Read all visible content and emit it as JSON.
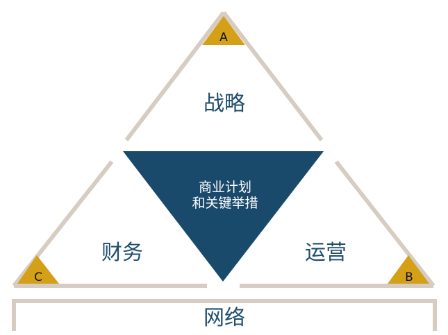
{
  "diagram": {
    "sections": {
      "top": "战略",
      "left": "财务",
      "right": "运营",
      "bottom": "网络"
    },
    "center": {
      "line1": "商业计划",
      "line2": "和关键举措"
    },
    "corners": {
      "top": "A",
      "right": "B",
      "left": "C"
    },
    "colors": {
      "frame": "#d6ccc2",
      "center_fill": "#1a4a6b",
      "corner_fill": "#d4a017",
      "text": "#1f4e6e"
    }
  }
}
